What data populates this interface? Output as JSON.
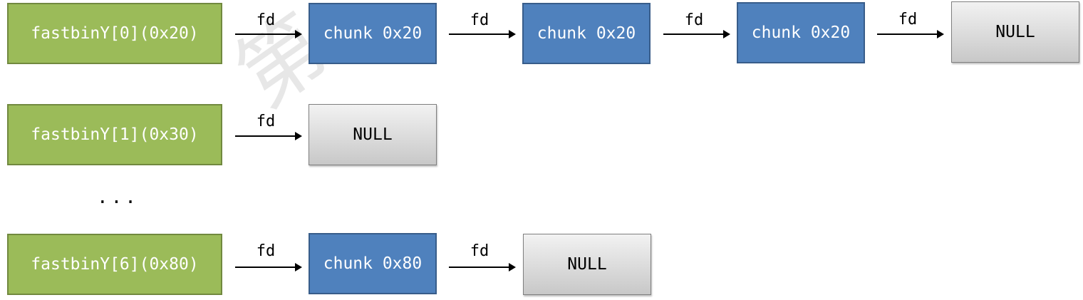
{
  "watermark": "第",
  "fd_label": "fd",
  "ellipsis": "...",
  "rows": [
    {
      "bin": "fastbinY[0](0x20)",
      "chunks": [
        "chunk 0x20",
        "chunk 0x20",
        "chunk 0x20"
      ],
      "terminator": "NULL"
    },
    {
      "bin": "fastbinY[1](0x30)",
      "chunks": [],
      "terminator": "NULL"
    },
    {
      "bin": "fastbinY[6](0x80)",
      "chunks": [
        "chunk 0x80"
      ],
      "terminator": "NULL"
    }
  ],
  "colors": {
    "bin_fill": "#9bbb59",
    "chunk_fill": "#4f81bd",
    "null_fill": "#d9d9d9"
  }
}
